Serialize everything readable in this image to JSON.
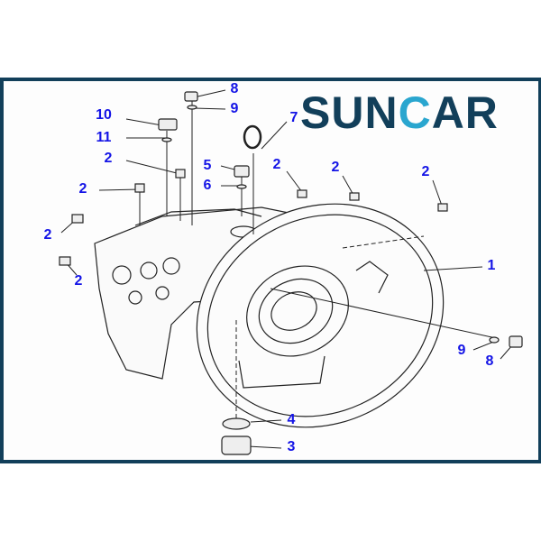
{
  "logo": {
    "part1": "SUN",
    "part2": "C",
    "part3": "AR",
    "colors": {
      "dark": "#123f5a",
      "accent": "#2aa6cf"
    }
  },
  "callouts": [
    {
      "id": "c8a",
      "text": "8"
    },
    {
      "id": "c9a",
      "text": "9"
    },
    {
      "id": "c10",
      "text": "10"
    },
    {
      "id": "c11",
      "text": "11"
    },
    {
      "id": "c7",
      "text": "7"
    },
    {
      "id": "c2a",
      "text": "2"
    },
    {
      "id": "c5",
      "text": "5"
    },
    {
      "id": "c2b",
      "text": "2"
    },
    {
      "id": "c2c",
      "text": "2"
    },
    {
      "id": "c2d",
      "text": "2"
    },
    {
      "id": "c6",
      "text": "6"
    },
    {
      "id": "c2e",
      "text": "2"
    },
    {
      "id": "c2f",
      "text": "2"
    },
    {
      "id": "c2g",
      "text": "2"
    },
    {
      "id": "c1",
      "text": "1"
    },
    {
      "id": "c9b",
      "text": "9"
    },
    {
      "id": "c8b",
      "text": "8"
    },
    {
      "id": "c4",
      "text": "4"
    },
    {
      "id": "c3",
      "text": "3"
    }
  ],
  "label_color": "#1414e6"
}
